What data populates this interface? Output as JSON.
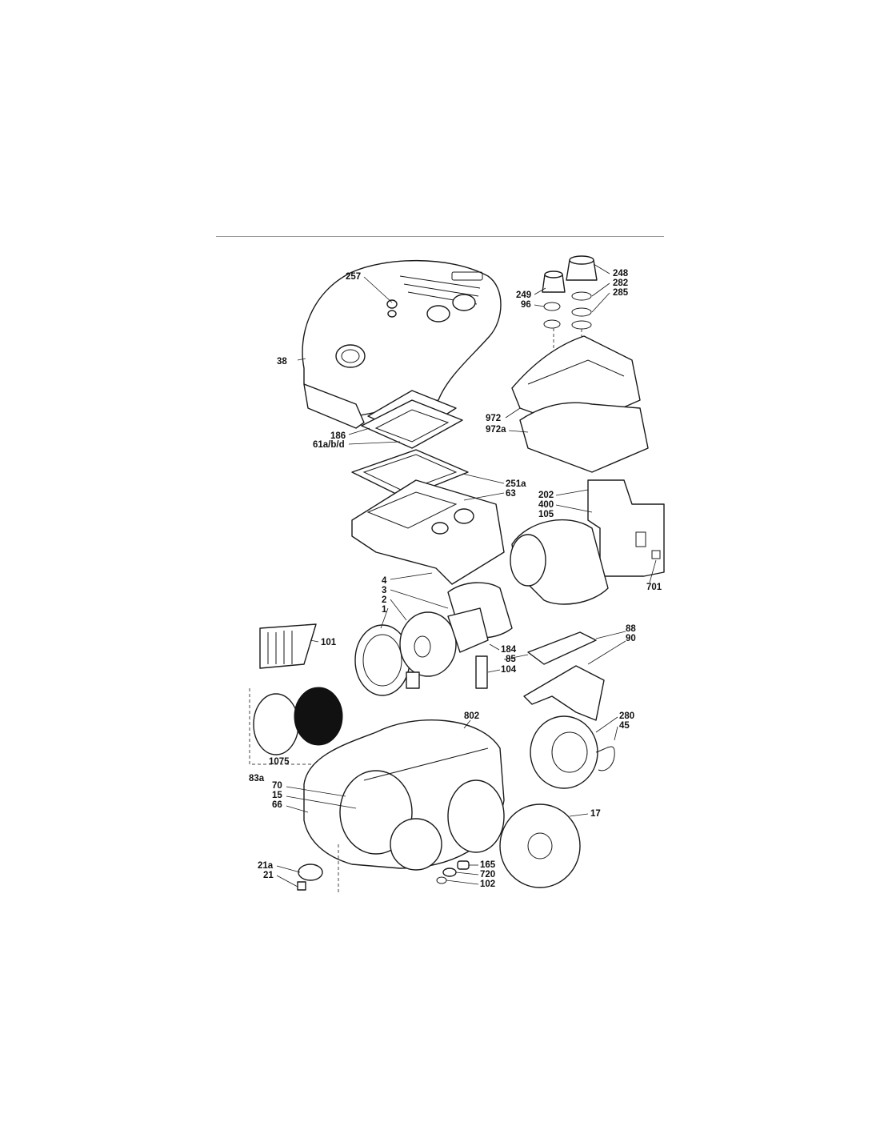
{
  "callouts": {
    "c257": "257",
    "c248": "248",
    "c282": "282",
    "c285": "285",
    "c249": "249",
    "c96": "96",
    "c38": "38",
    "c972": "972",
    "c972a": "972a",
    "c186": "186",
    "c61abd": "61a/b/d",
    "c251a": "251a",
    "c63": "63",
    "c202": "202",
    "c400": "400",
    "c105": "105",
    "c701": "701",
    "c4": "4",
    "c3": "3",
    "c2": "2",
    "c1": "1",
    "c101": "101",
    "c88": "88",
    "c90": "90",
    "c184": "184",
    "c85": "85",
    "c104": "104",
    "c802": "802",
    "c280": "280",
    "c45": "45",
    "c1075": "1075",
    "c83a": "83a",
    "c70": "70",
    "c15": "15",
    "c66": "66",
    "c17": "17",
    "c21a": "21a",
    "c21": "21",
    "c165": "165",
    "c720": "720",
    "c102": "102"
  }
}
